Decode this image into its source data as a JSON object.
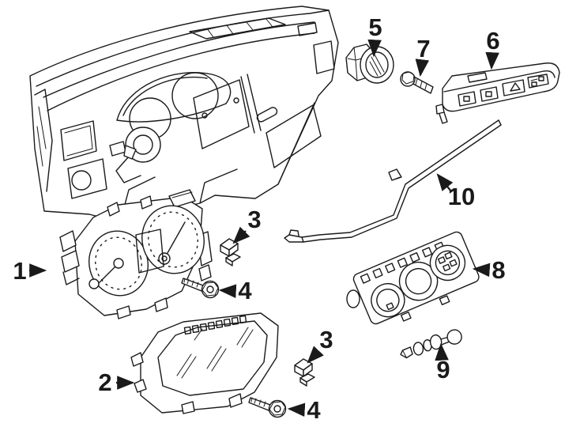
{
  "figure": {
    "type": "parts-diagram",
    "subject": "Instrument panel — cluster, displays and switches exploded parts diagram",
    "background_color": "#ffffff",
    "line_color": "#1a1a1a",
    "callouts": [
      {
        "label": "1",
        "part": "instrument-cluster"
      },
      {
        "label": "2",
        "part": "digital-display-cluster"
      },
      {
        "label": "3",
        "part": "retainer-clip-upper"
      },
      {
        "label": "4",
        "part": "mounting-screw-upper"
      },
      {
        "label": "3",
        "part": "retainer-clip-lower"
      },
      {
        "label": "4",
        "part": "mounting-screw-lower"
      },
      {
        "label": "5",
        "part": "headlamp-switch-knob"
      },
      {
        "label": "6",
        "part": "switch-panel"
      },
      {
        "label": "7",
        "part": "bolt"
      },
      {
        "label": "8",
        "part": "climate-control-panel"
      },
      {
        "label": "9",
        "part": "damper-pin"
      },
      {
        "label": "10",
        "part": "reinforcement-rod"
      }
    ]
  }
}
